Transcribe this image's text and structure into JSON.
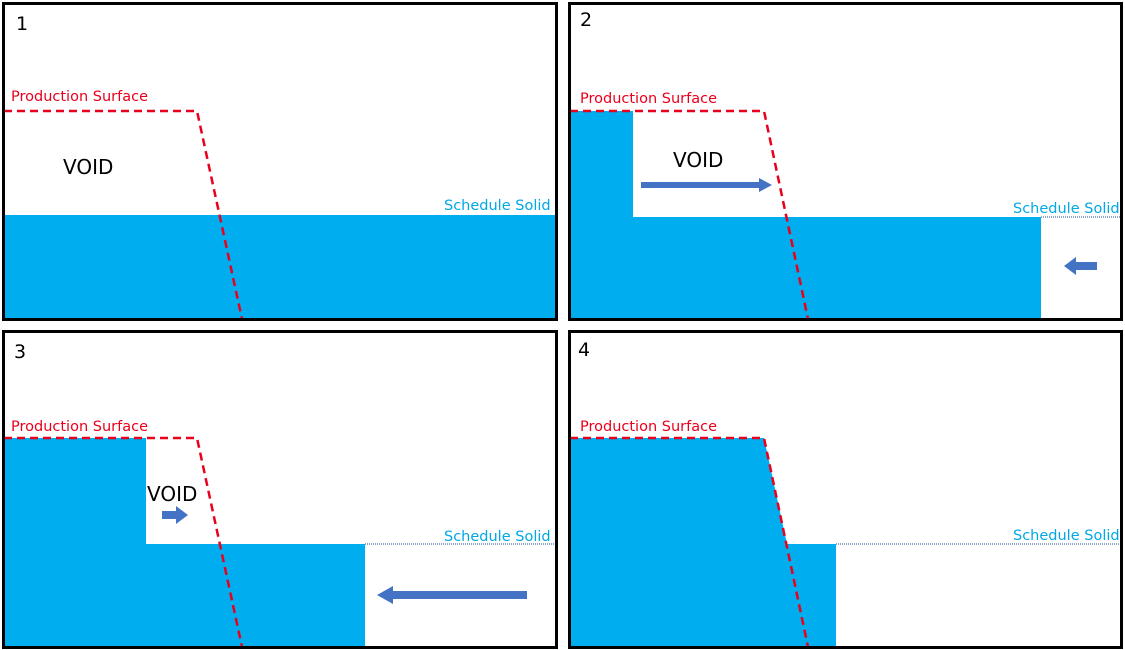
{
  "colors": {
    "fill": "#00AEEF",
    "production_surface": "#E8001C",
    "arrow": "#4472C4",
    "schedule_solid_line": "#1F4E9A",
    "border": "#000000"
  },
  "labels": {
    "production_surface": "Production Surface",
    "schedule_solid": "Schedule Solid",
    "void": "VOID"
  },
  "panels": [
    {
      "number": "1"
    },
    {
      "number": "2"
    },
    {
      "number": "3"
    },
    {
      "number": "4"
    }
  ]
}
